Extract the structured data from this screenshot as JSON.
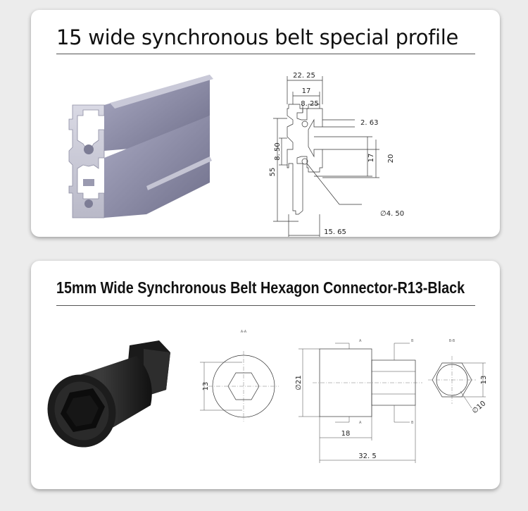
{
  "card1": {
    "title": "15 wide synchronous belt special profile",
    "dims": {
      "w_total": "22. 25",
      "w_17": "17",
      "w_825": "8. 25",
      "d_263": "2. 63",
      "h_55": "55",
      "h_850": "8. 50",
      "h_17": "17",
      "h_20": "20",
      "dia": "∅4. 50",
      "w_bottom": "15. 65"
    }
  },
  "card2": {
    "title": "15mm Wide Synchronous Belt Hexagon Connector-R13-Black",
    "dims": {
      "aa_label": "A-A",
      "h13_left": "13",
      "dia21": "∅21",
      "a_top": "A",
      "b_top": "B",
      "a_bot": "A",
      "b_bot": "B",
      "len18": "18",
      "len325": "32. 5",
      "bb_label": "B-B",
      "h13_right": "13",
      "dia10": "∅10"
    }
  }
}
